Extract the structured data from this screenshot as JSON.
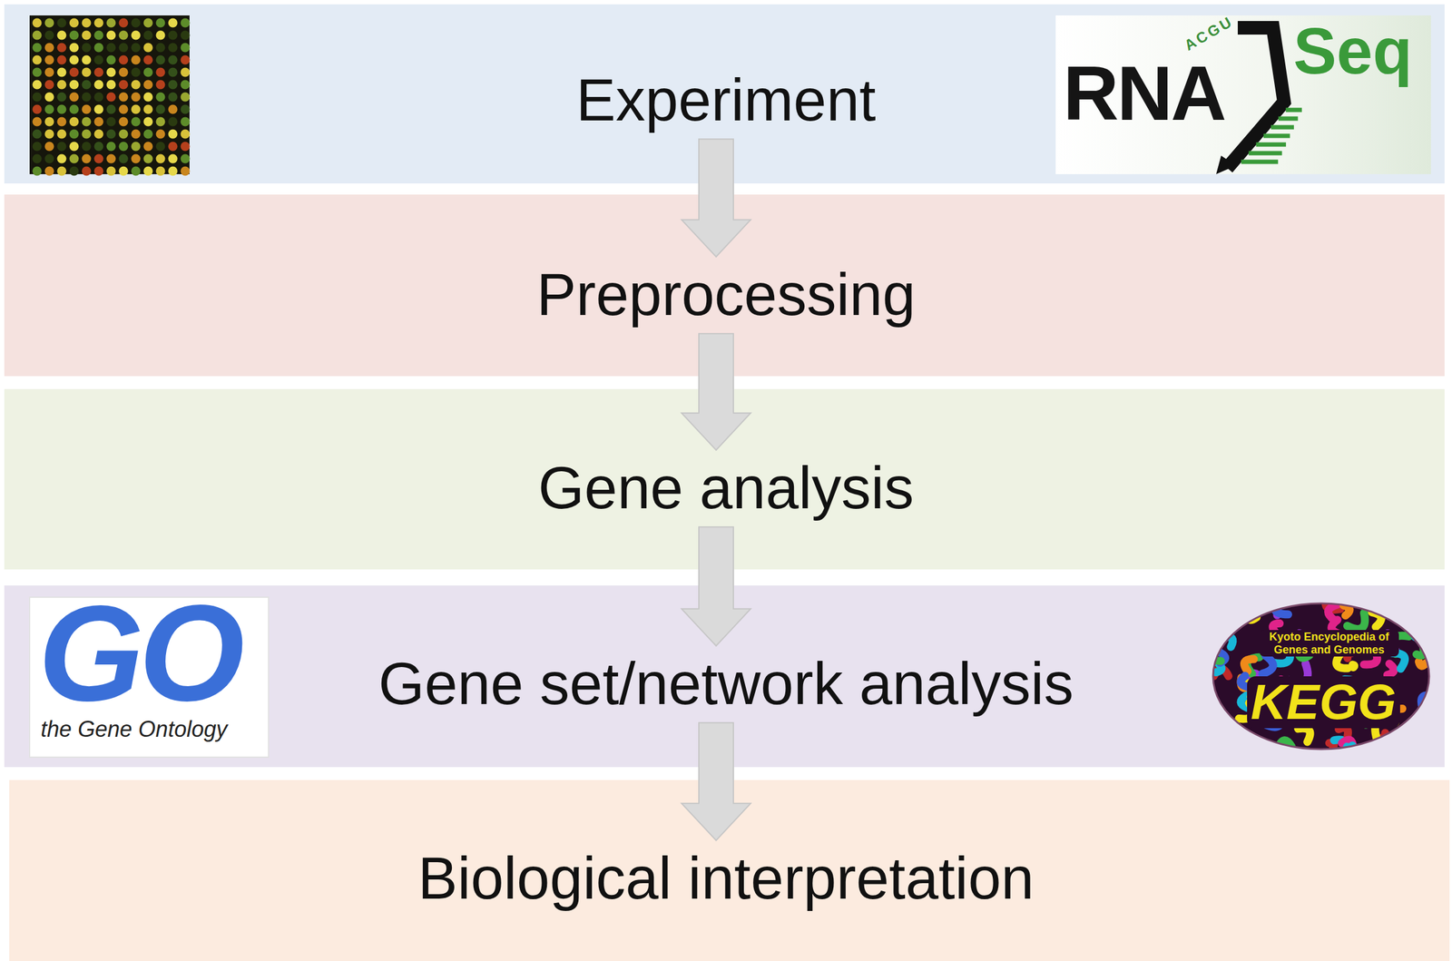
{
  "diagram": {
    "nodes": [
      {
        "text": [
          "Experiment"
        ]
      },
      {
        "text": [
          "Preprocessing"
        ]
      },
      {
        "text": [
          "Gene analysis"
        ]
      },
      {
        "text": [
          "Gene set/network analysis"
        ]
      },
      {
        "text": [
          "Biological interpretation"
        ]
      }
    ],
    "edges": [
      {
        "from": 0,
        "to": 1,
        "arrow": "to"
      },
      {
        "from": 1,
        "to": 2,
        "arrow": "to"
      },
      {
        "from": 2,
        "to": 3,
        "arrow": "to"
      },
      {
        "from": 3,
        "to": 4,
        "arrow": "to"
      }
    ],
    "labels": [
      "ACGU",
      "RNA",
      "Seq",
      "GO",
      "the Gene Ontology",
      "Kyoto Encyclopedia of Genes and Genomes",
      "KEGG"
    ]
  }
}
